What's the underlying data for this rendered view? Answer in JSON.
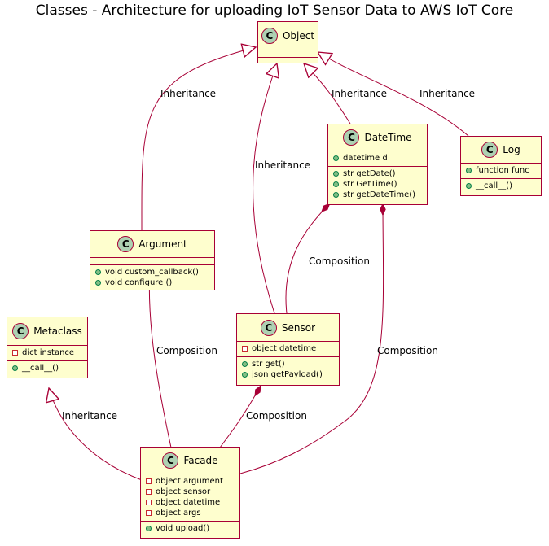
{
  "title": "Classes - Architecture for uploading IoT Sensor Data to AWS IoT Core",
  "badge_letter": "C",
  "classes": {
    "object": {
      "name": "Object",
      "attributes": [],
      "methods": []
    },
    "datetime": {
      "name": "DateTime",
      "attributes": [
        {
          "vis": "public",
          "text": "datetime d"
        }
      ],
      "methods": [
        {
          "vis": "public",
          "text": "str getDate()"
        },
        {
          "vis": "public",
          "text": "str GetTime()"
        },
        {
          "vis": "public",
          "text": "str getDateTime()"
        }
      ]
    },
    "log": {
      "name": "Log",
      "attributes": [
        {
          "vis": "public",
          "text": "function func"
        }
      ],
      "methods": [
        {
          "vis": "public",
          "text": "__call__()"
        }
      ]
    },
    "argument": {
      "name": "Argument",
      "attributes": [],
      "methods": [
        {
          "vis": "public",
          "text": "void custom_callback()"
        },
        {
          "vis": "public",
          "text": "void configure ()"
        }
      ]
    },
    "metaclass": {
      "name": "Metaclass",
      "attributes": [
        {
          "vis": "private",
          "text": "dict instance"
        }
      ],
      "methods": [
        {
          "vis": "public",
          "text": "__call__()"
        }
      ]
    },
    "sensor": {
      "name": "Sensor",
      "attributes": [
        {
          "vis": "private",
          "text": "object datetime"
        }
      ],
      "methods": [
        {
          "vis": "public",
          "text": "str get()"
        },
        {
          "vis": "public",
          "text": "json getPayload()"
        }
      ]
    },
    "facade": {
      "name": "Facade",
      "attributes": [
        {
          "vis": "private",
          "text": "object argument"
        },
        {
          "vis": "private",
          "text": "object sensor"
        },
        {
          "vis": "private",
          "text": "object datetime"
        },
        {
          "vis": "private",
          "text": "object args"
        }
      ],
      "methods": [
        {
          "vis": "public",
          "text": "void upload()"
        }
      ]
    }
  },
  "relations": [
    {
      "id": "argument-object",
      "label": "Inheritance"
    },
    {
      "id": "sensor-object",
      "label": "Inheritance"
    },
    {
      "id": "datetime-object",
      "label": "Inheritance"
    },
    {
      "id": "log-object",
      "label": "Inheritance"
    },
    {
      "id": "metaclass-facade",
      "label": "Inheritance"
    },
    {
      "id": "datetime-sensor",
      "label": "Composition"
    },
    {
      "id": "argument-facade",
      "label": "Composition"
    },
    {
      "id": "sensor-facade",
      "label": "Composition"
    },
    {
      "id": "datetime-facade",
      "label": "Composition"
    }
  ],
  "colors": {
    "border": "#A80036",
    "fill": "#FEFECE",
    "badge": "#ADD1B2",
    "public_marker": "#84BE84",
    "private_marker": "#C82930"
  }
}
